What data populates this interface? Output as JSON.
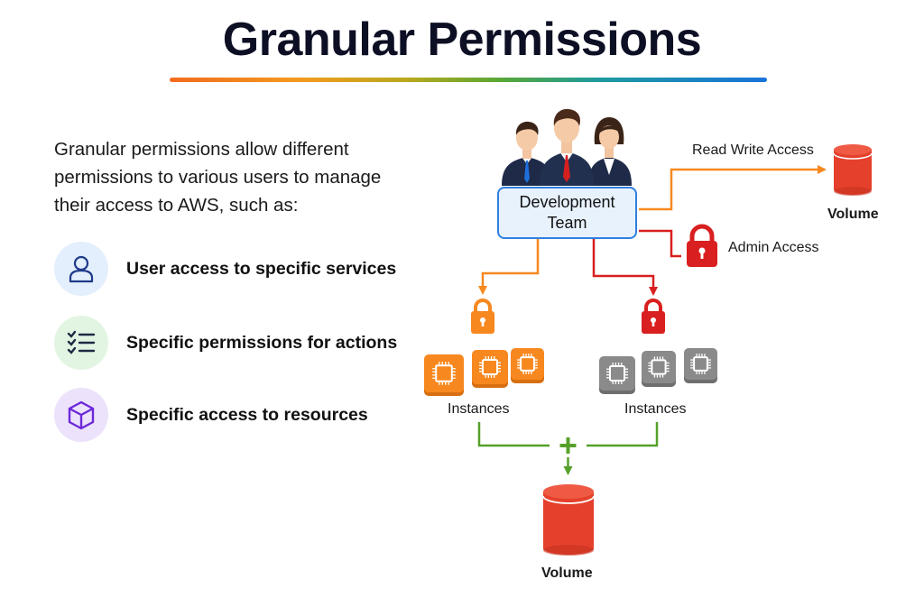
{
  "title": "Granular Permissions",
  "intro": "Granular permissions allow different permissions to various users to manage their access to AWS, such as:",
  "features": [
    {
      "icon": "user-icon",
      "label": "User access to specific services",
      "bg": "#e3effc",
      "fg": "#1e3a8a"
    },
    {
      "icon": "checklist-icon",
      "label": "Specific permissions for actions",
      "bg": "#e2f5e2",
      "fg": "#1c2a44"
    },
    {
      "icon": "cube-icon",
      "label": "Specific access to resources",
      "bg": "#ece2fb",
      "fg": "#6d28d9"
    }
  ],
  "diagram": {
    "team_line1": "Development",
    "team_line2": "Team",
    "read_write_label": "Read Write Access",
    "admin_label": "Admin Access",
    "volume_top_label": "Volume",
    "instances_left_label": "Instances",
    "instances_right_label": "Instances",
    "volume_bottom_label": "Volume",
    "colors": {
      "orange": "#f7881f",
      "red": "#d91f1f",
      "green": "#55a12a",
      "volume": "#e5402b",
      "gray": "#8a8a8a",
      "box_border": "#2f7fe0"
    }
  }
}
